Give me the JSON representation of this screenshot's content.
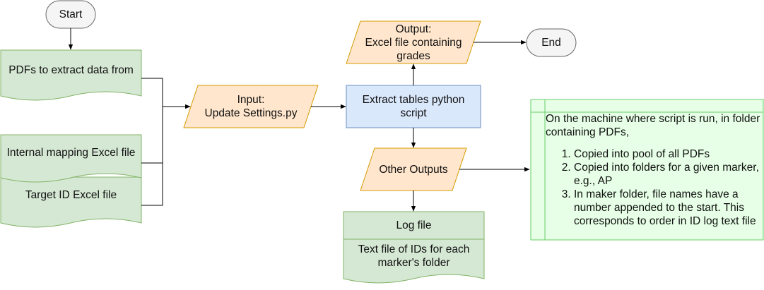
{
  "nodes": {
    "start": "Start",
    "end": "End",
    "pdfs": "PDFs to extract data from",
    "internal_mapping": "Internal mapping Excel file",
    "target_id": "Target ID Excel file",
    "input": "Input:\nUpdate Settings.py",
    "script": "Extract tables python script",
    "output": "Output:\nExcel file containing grades",
    "other_outputs": "Other Outputs",
    "log_file": "Log file",
    "id_text_file": "Text file of IDs for each marker's folder"
  },
  "note": {
    "intro": "On the machine where script is run, in folder containing PDFs,",
    "items": [
      "Copied into pool of all PDFs",
      "Copied into folders for a given marker, e.g., AP",
      "In maker folder, file names have a number appended to the start. This corresponds to order in ID log text file"
    ]
  },
  "colors": {
    "document_fill": "#d5e8d4",
    "document_stroke": "#82b366",
    "io_fill": "#ffe6cc",
    "io_stroke": "#d79b00",
    "process_fill": "#dae8fc",
    "process_stroke": "#6c8ebf",
    "terminal_fill": "#f5f5f5",
    "terminal_stroke": "#666666",
    "note_fill": "#e6ffe6",
    "note_stroke": "#66cc66",
    "edge": "#000000"
  }
}
